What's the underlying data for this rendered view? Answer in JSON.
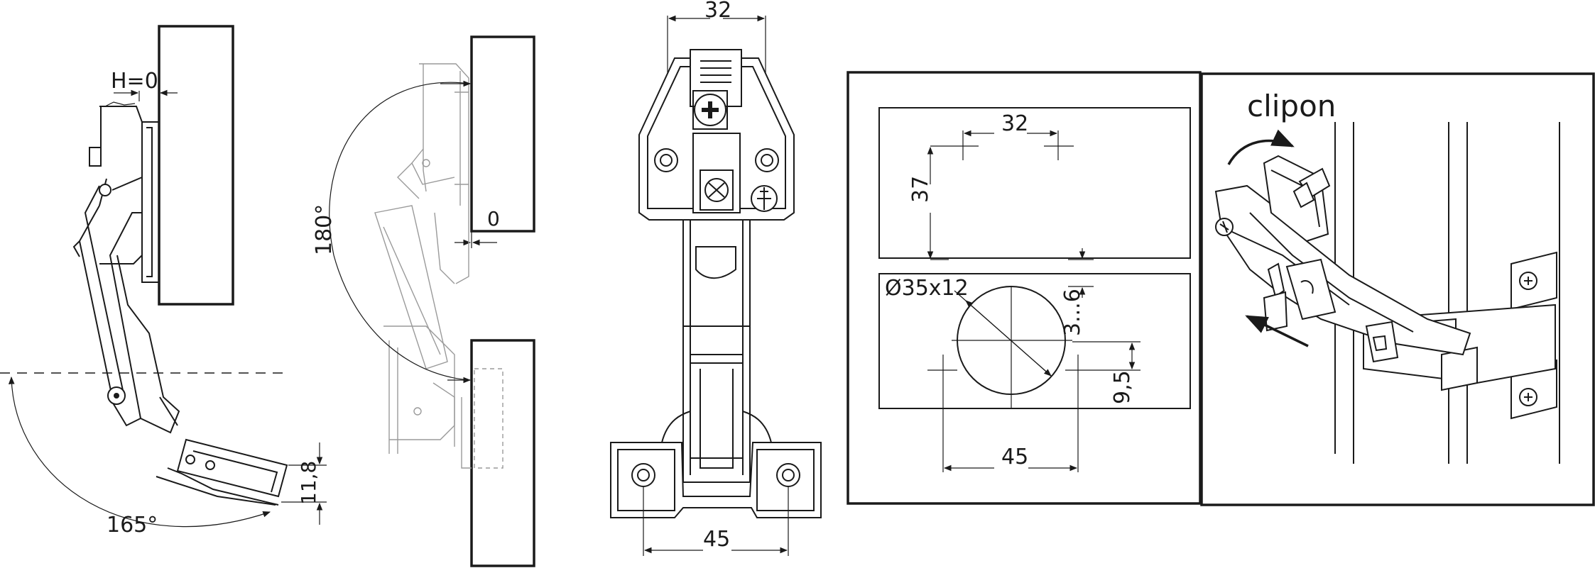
{
  "labels": {
    "overlay_h": "H=0",
    "angle_165": "165°",
    "dim_11_8": "11,8",
    "angle_180": "180°",
    "gap_0": "0",
    "width_32": "32",
    "width_45": "45",
    "drill_32": "32",
    "drill_37": "37",
    "drill_cup": "Ø35x12",
    "drill_3_6": "3...6",
    "drill_9_5": "9,5",
    "drill_45": "45",
    "clipon": "clipon"
  },
  "colors": {
    "ink": "#1a1a1a",
    "ghost": "#9a9a9a",
    "paper": "#ffffff"
  }
}
